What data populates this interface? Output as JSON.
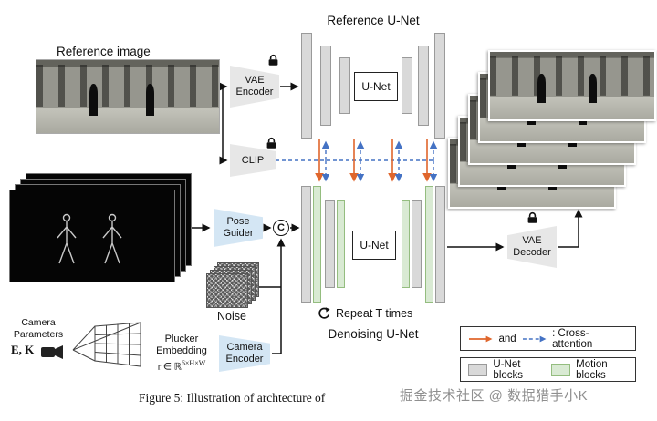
{
  "diagram": {
    "reference_unet_title": "Reference U-Net",
    "reference_image_label": "Reference image",
    "vae_encoder": "VAE Encoder",
    "clip": "CLIP",
    "ref_unet_box": "U-Net",
    "denoise_unet_box": "U-Net",
    "pose_guider": "Pose Guider",
    "concat_symbol": "C",
    "noise_label": "Noise",
    "repeat_label": "Repeat T times",
    "denoising_unet_title": "Denoising U-Net",
    "vae_decoder": "VAE Decoder",
    "camera": {
      "params_label": "Camera Parameters",
      "params_math": "E, K",
      "plucker_label": "Plucker Embedding",
      "plucker_math_base": "r ∈ ℝ",
      "plucker_math_sup": "6×H×W",
      "camera_encoder": "Camera Encoder"
    }
  },
  "legend": {
    "and_text": "and",
    "cross_attention_text": ": Cross-attention",
    "unet_blocks": "U-Net blocks",
    "motion_blocks": "Motion blocks"
  },
  "caption": "Figure 5: Illustration of archtecture of",
  "watermark": "掘金技术社区 @ 数据猎手小K",
  "colors": {
    "unet_block": "#d9d9d9",
    "motion_block": "#d9ead3",
    "encoder_gray": "#e7e7e7",
    "encoder_blue": "#d4e6f4",
    "cross_attention_orange": "#e0662c",
    "cross_attention_blue": "#4472c4"
  }
}
